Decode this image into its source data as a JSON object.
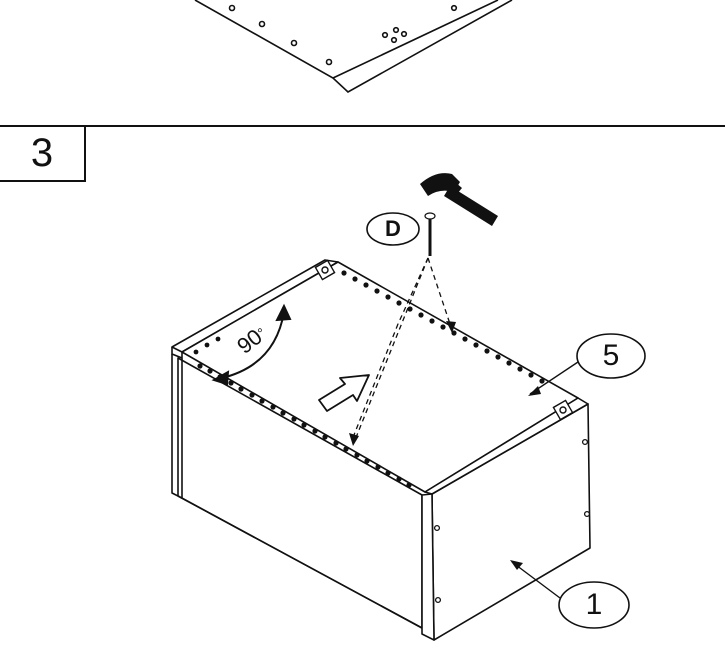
{
  "step": {
    "number": "3"
  },
  "callouts": {
    "part_top": "5",
    "part_side": "1",
    "fastener": "D"
  },
  "angle": {
    "value": "90",
    "unit": "°"
  },
  "colors": {
    "line": "#111111",
    "background": "#ffffff"
  },
  "icons": [
    "hammer-icon",
    "nail-icon",
    "push-arrow-icon"
  ]
}
